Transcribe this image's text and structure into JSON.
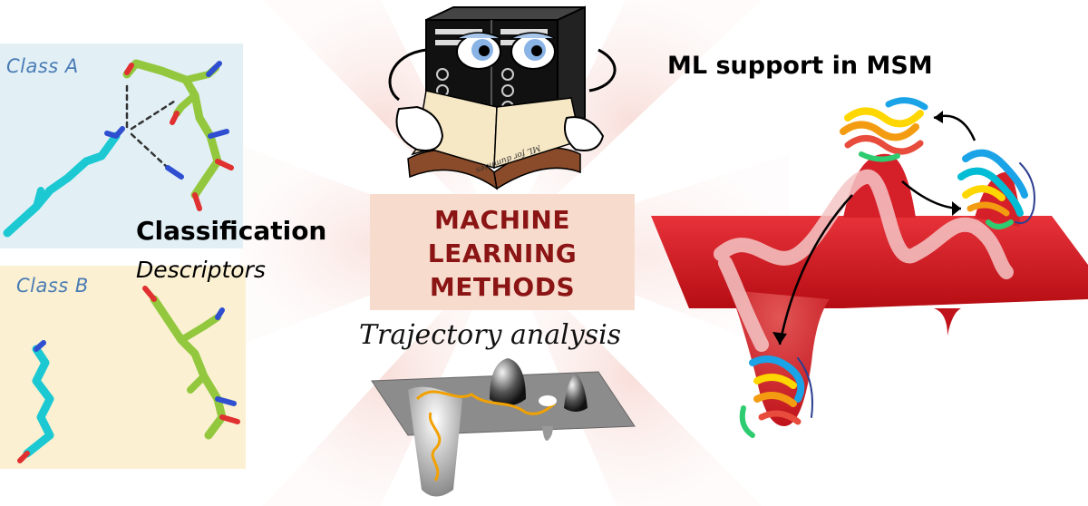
{
  "class_a_label": "Class A",
  "class_b_label": "Class B",
  "classification_label": "Classification",
  "descriptors_label": "Descriptors",
  "ml_methods": {
    "line1": "MACHINE",
    "line2": "LEARNING",
    "line3": "METHODS"
  },
  "trajectory_label": "Trajectory analysis",
  "msm_title": "ML support in MSM",
  "book_text": "ML for dummies",
  "colors": {
    "class_a_bg": "#e2f0f6",
    "class_b_bg": "#fbf1d2",
    "ml_box_bg": "#f7dccd",
    "ml_text": "#8b1414",
    "landscape_red": "#d9141b",
    "ligand_cyan": "#1cc9d2",
    "ligand_green": "#93c83e",
    "trajectory_orange": "#f2a100"
  },
  "icons": [
    "computer-cartoon-icon",
    "book-icon",
    "molecule-icon",
    "energy-landscape-icon",
    "protein-icon"
  ]
}
